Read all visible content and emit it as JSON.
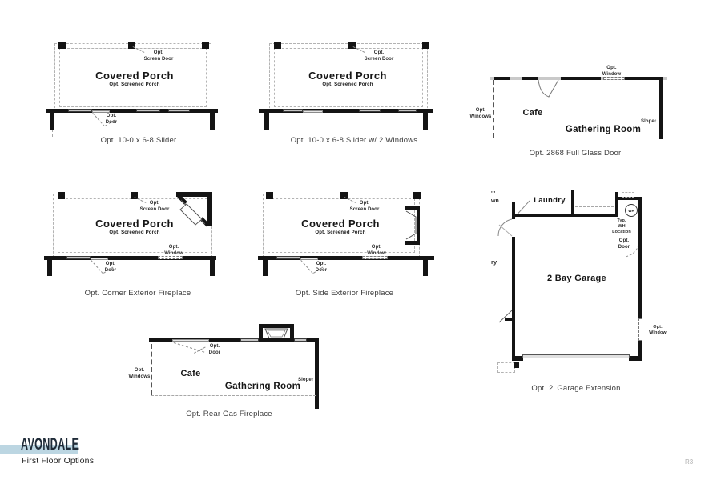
{
  "sheet": {
    "title": "AVONDALE",
    "subtitle": "First Floor Options",
    "revision": "R3",
    "accent_color": "#bcd6e2",
    "wall_color": "#141414",
    "window_fill": "#c4c4c4"
  },
  "icons": {
    "up_arrow": "↑"
  },
  "plans": {
    "slider": {
      "caption": "Opt. 10-0 x 6-8 Slider",
      "room": "Covered Porch",
      "room_sub": "Opt. Screened Porch",
      "screen_door": "Opt.\nScreen Door",
      "door": "Opt.\nDoor"
    },
    "slider2w": {
      "caption": "Opt. 10-0 x 6-8 Slider w/ 2 Windows",
      "room": "Covered Porch",
      "room_sub": "Opt. Screened Porch",
      "screen_door": "Opt.\nScreen Door"
    },
    "glassdoor": {
      "caption": "Opt. 2868 Full Glass Door",
      "cafe": "Cafe",
      "gathering": "Gathering Room",
      "window": "Opt.\nWindow",
      "windows": "Opt.\nWindows",
      "slope": "Slope"
    },
    "corner_fp": {
      "caption": "Opt. Corner Exterior Fireplace",
      "room": "Covered Porch",
      "room_sub": "Opt. Screened Porch",
      "screen_door": "Opt.\nScreen Door",
      "door": "Opt.\nDoor",
      "window": "Opt.\nWindow"
    },
    "side_fp": {
      "caption": "Opt. Side Exterior Fireplace",
      "room": "Covered Porch",
      "room_sub": "Opt. Screened Porch",
      "screen_door": "Opt.\nScreen Door",
      "door": "Opt.\nDoor",
      "window": "Opt.\nWindow"
    },
    "garage": {
      "caption": "Opt. 2' Garage Extension",
      "garage": "2 Bay Garage",
      "laundry": "Laundry",
      "wh": "WH",
      "wh_note": "Typ.\nWH\nLocation",
      "door": "Opt.\nDoor",
      "window": "Opt.\nWindow",
      "clip_top": "'''\nwn",
      "clip_side": "ry"
    },
    "rear_fp": {
      "caption": "Opt. Rear Gas Fireplace",
      "cafe": "Cafe",
      "gathering": "Gathering Room",
      "door": "Opt.\nDoor",
      "windows": "Opt.\nWindows",
      "slope": "Slope"
    }
  }
}
